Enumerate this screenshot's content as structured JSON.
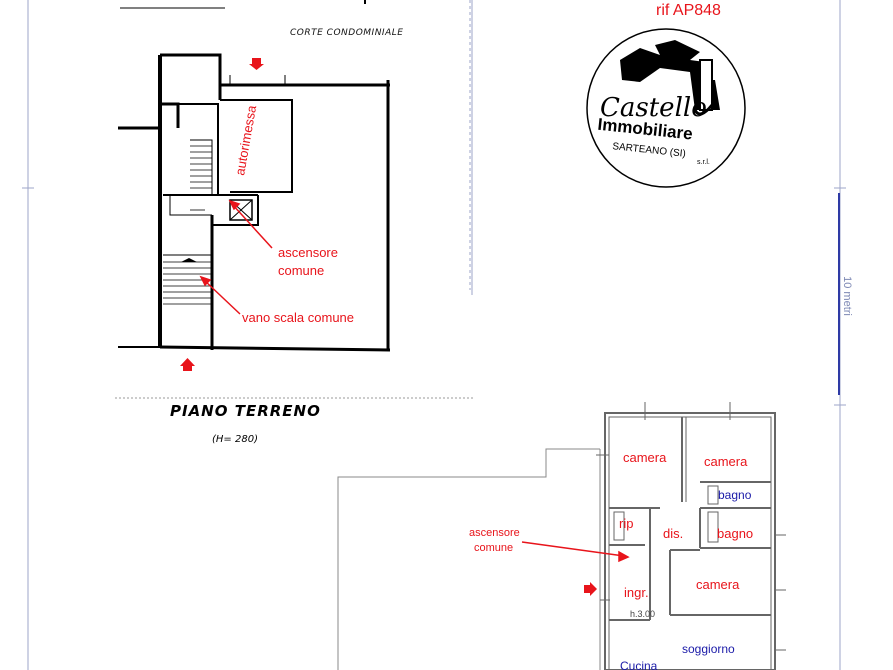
{
  "reference": "rif AP848",
  "logo": {
    "line1": "Castello",
    "line2": "Immobiliare",
    "suffix": "s.r.l.",
    "location": "SARTEANO (SI)"
  },
  "scale_label": "10 metri",
  "ground_floor": {
    "top_label": "CORTE CONDOMINIALE",
    "title": "PIANO TERRENO",
    "height": "(H= 280)",
    "garage_label": "autorimessa",
    "elevator_label": [
      "ascensore",
      "comune"
    ],
    "stair_label": "vano scala comune"
  },
  "apartment": {
    "rooms": {
      "camera_1": "camera",
      "camera_2": "camera",
      "bagno_1": "bagno",
      "rip": "rip",
      "dis": "dis.",
      "bagno_2": "bagno",
      "camera_3": "camera",
      "ingr": "ingr.",
      "height": "h.3.00",
      "soggiorno": "soggiorno",
      "cucina": "Cucina"
    },
    "elevator_label": [
      "ascensore",
      "comune"
    ]
  },
  "colors": {
    "annotation": "#e8141b",
    "blue_label": "#1a1aa8",
    "wall": "#000000",
    "border": "#9da6c9"
  }
}
